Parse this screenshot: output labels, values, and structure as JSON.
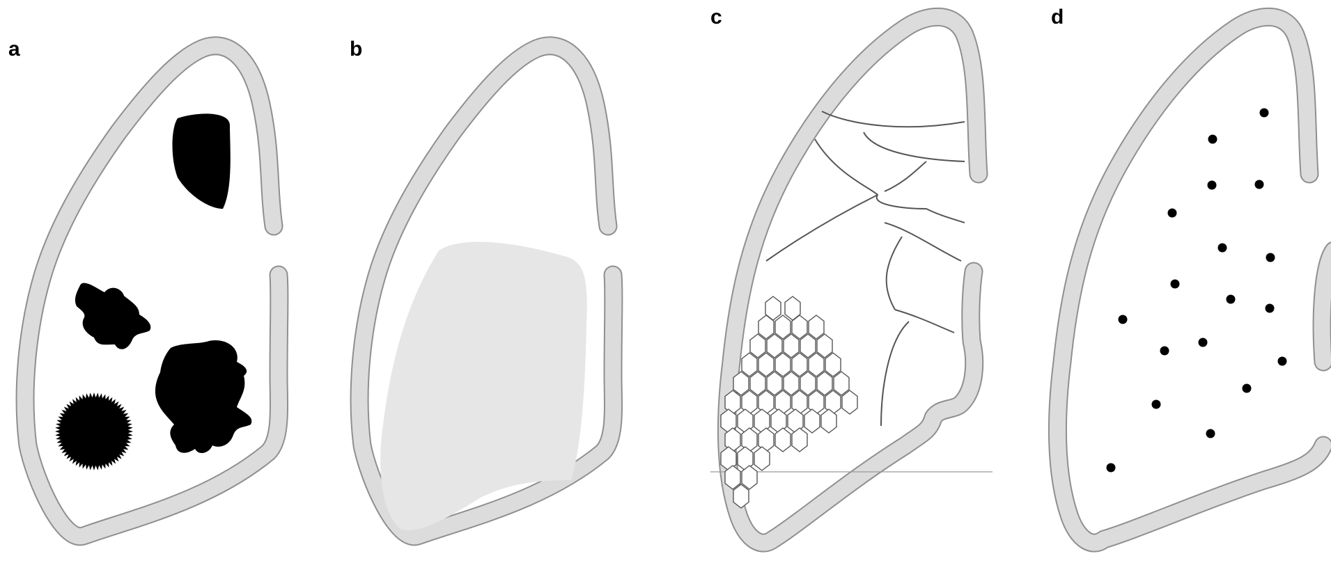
{
  "panels": [
    {
      "id": "a",
      "label": "a"
    },
    {
      "id": "b",
      "label": "b"
    },
    {
      "id": "c",
      "label": "c"
    },
    {
      "id": "d",
      "label": "d"
    }
  ],
  "colors": {
    "wall_fill": "#dcdcdc",
    "wall_edge": "#8f8f8f",
    "consolidation": "#e6e6e6",
    "lesion": "#000000",
    "fissure_line": "#555555"
  },
  "icons": {
    "panel_a": [
      "spiculated-nodule-icon",
      "irregular-mass-icon",
      "lobulated-mass-icon"
    ],
    "panel_b": [
      "ground-glass-opacity-icon"
    ],
    "panel_c": [
      "septal-lines-icon",
      "honeycombing-icon"
    ],
    "panel_d": [
      "miliary-nodules-icon"
    ]
  }
}
